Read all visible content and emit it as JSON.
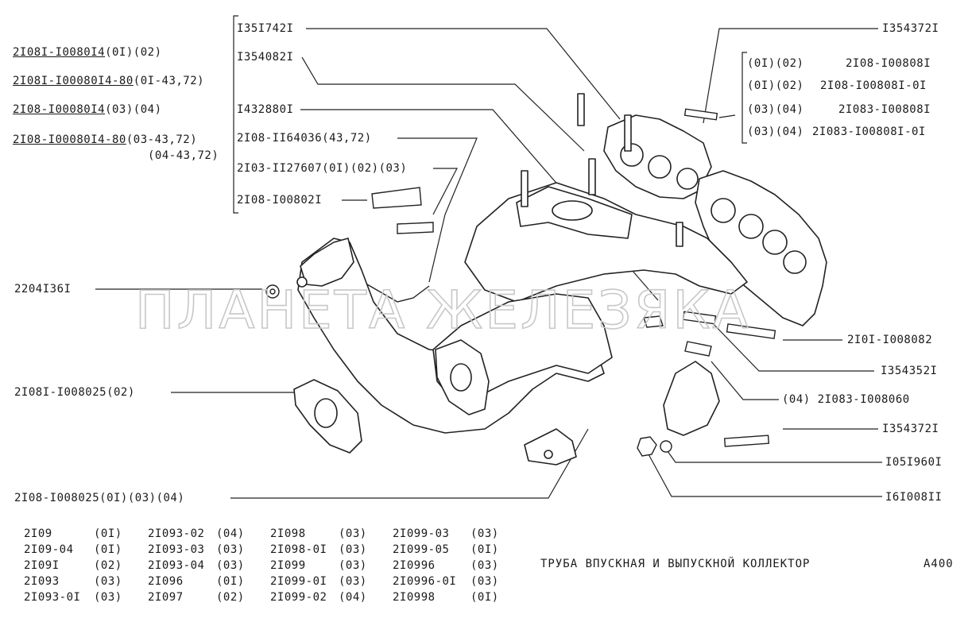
{
  "left_refs": [
    {
      "text": "2I08I-I0080I4",
      "suffix": "(0I)(02)"
    },
    {
      "text": "2I08I-I00080I4-80",
      "suffix": "(0I-43,72)"
    },
    {
      "text": "2I08-I00080I4",
      "suffix": "(03)(04)"
    },
    {
      "text": "2I08-I00080I4-80",
      "suffix": "(03-43,72)"
    },
    {
      "text": "",
      "suffix": "(04-43,72)"
    }
  ],
  "box_labels": [
    "I35I742I",
    "I354082I",
    "I432880I",
    "2I08-II64036(43,72)",
    "2I03-II27607(0I)(02)(03)",
    "2I08-I00802I"
  ],
  "right_box": [
    {
      "mod": "(0I)(02)",
      "part": "2I08-I00808I"
    },
    {
      "mod": "(0I)(02)",
      "part": "2I08-I00808I-0I"
    },
    {
      "mod": "(03)(04)",
      "part": "2I083-I00808I"
    },
    {
      "mod": "(03)(04)",
      "part": "2I083-I00808I-0I"
    }
  ],
  "callouts": {
    "top_right": "I354372I",
    "r1": "2I0I-I008082",
    "r2": "I354352I",
    "r3": "(04) 2I083-I008060",
    "r4": "I354372I",
    "r5": "I05I960I",
    "r6": "I6I008II",
    "l1": "2204I36I",
    "l2": "2I08I-I008025(02)",
    "l3": "2I08-I008025(0I)(03)(04)"
  },
  "bottom_table": [
    [
      "2I09",
      "(0I)",
      "2I093-02",
      "(04)",
      "2I098",
      "(03)",
      "2I099-03",
      "(03)"
    ],
    [
      "2I09-04",
      "(0I)",
      "2I093-03",
      "(03)",
      "2I098-0I",
      "(03)",
      "2I099-05",
      "(0I)"
    ],
    [
      "2I09I",
      "(02)",
      "2I093-04",
      "(03)",
      "2I099",
      "(03)",
      "2I0996",
      "(03)"
    ],
    [
      "2I093",
      "(03)",
      "2I096",
      "(0I)",
      "2I099-0I",
      "(03)",
      "2I0996-0I",
      "(03)"
    ],
    [
      "2I093-0I",
      "(03)",
      "2I097",
      "(02)",
      "2I099-02",
      "(04)",
      "2I0998",
      "(0I)"
    ]
  ],
  "title": "ТРУБА ВПУСКНАЯ И ВЫПУСКНОЙ КОЛЛЕКТОР",
  "page_code": "A400",
  "watermark": "ПЛАНЕТА ЖЕЛЕЗЯКА"
}
